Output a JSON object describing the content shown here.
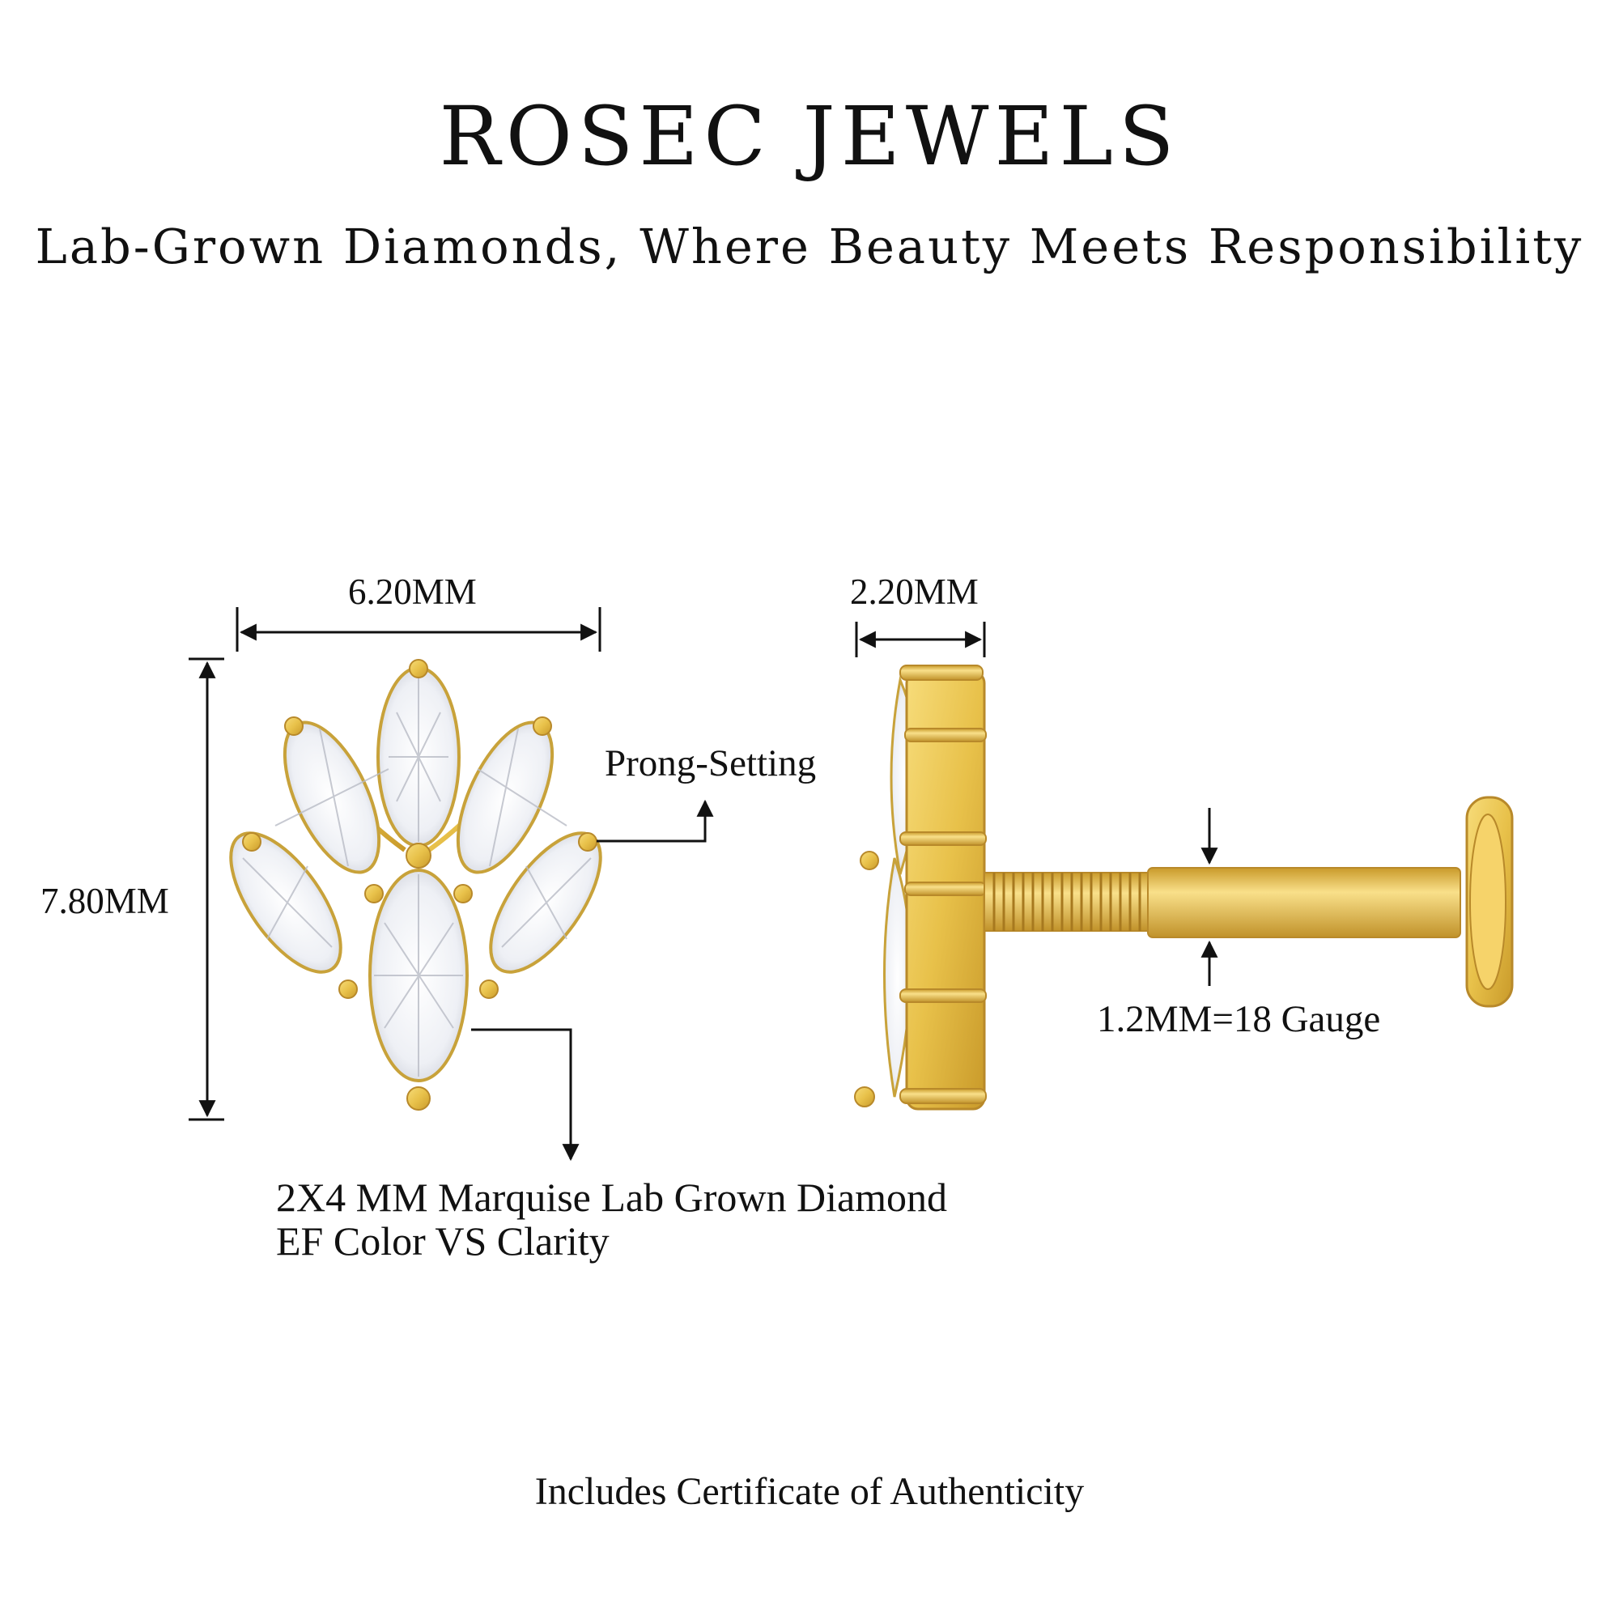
{
  "header": {
    "brand": "ROSEC JEWELS",
    "tagline": "Lab-Grown Diamonds, Where Beauty Meets Responsibility"
  },
  "front_view": {
    "width_label": "6.20MM",
    "height_label": "7.80MM",
    "prong_label": "Prong-Setting",
    "stone_line1": "2X4 MM Marquise Lab Grown Diamond",
    "stone_line2": "EF Color VS Clarity"
  },
  "side_view": {
    "depth_label": "2.20MM",
    "gauge_label": "1.2MM=18 Gauge"
  },
  "footer": {
    "certificate": "Includes Certificate of Authenticity"
  },
  "colors": {
    "gold": "#e8c14a",
    "gold_dark": "#c99a2a",
    "diamond": "#f2f4f8",
    "ink": "#111111"
  }
}
